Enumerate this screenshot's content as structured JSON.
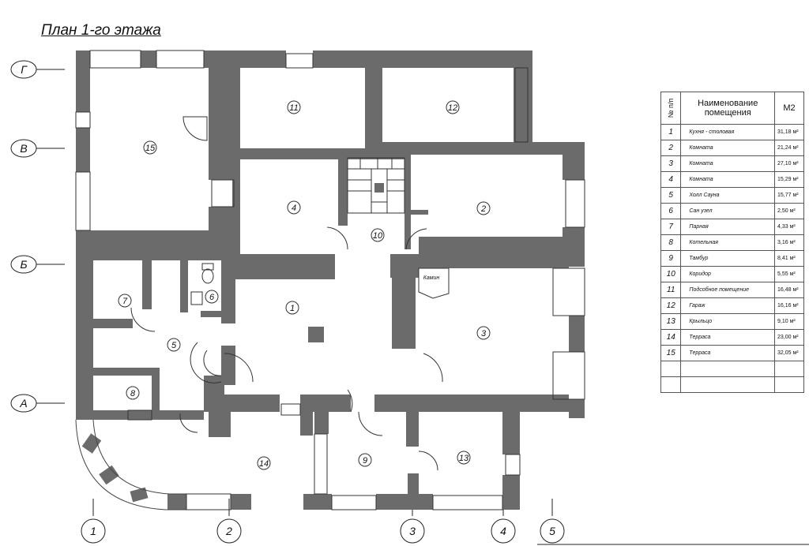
{
  "title": "План 1-го этажа",
  "axes_letters": [
    "Г",
    "В",
    "Б",
    "А"
  ],
  "axes_numbers": [
    "1",
    "2",
    "3",
    "4",
    "5"
  ],
  "rooms": [
    "1",
    "2",
    "3",
    "4",
    "5",
    "6",
    "7",
    "8",
    "9",
    "10",
    "11",
    "12",
    "13",
    "14",
    "15"
  ],
  "fireplace_label": "Камин",
  "table": {
    "col_num": "№ п/п",
    "col_name": "Наименование помещения",
    "col_area": "М2",
    "rows": [
      {
        "n": "1",
        "name": "Кухня - столовая",
        "area": "31,18 м²"
      },
      {
        "n": "2",
        "name": "Комната",
        "area": "21,24 м²"
      },
      {
        "n": "3",
        "name": "Комната",
        "area": "27,10 м²"
      },
      {
        "n": "4",
        "name": "Комната",
        "area": "15,29 м²"
      },
      {
        "n": "5",
        "name": "Холл Сауна",
        "area": "15,77 м²"
      },
      {
        "n": "6",
        "name": "Сан узел",
        "area": "2,50 м²"
      },
      {
        "n": "7",
        "name": "Парная",
        "area": "4,33 м²"
      },
      {
        "n": "8",
        "name": "Котельная",
        "area": "3,16 м²"
      },
      {
        "n": "9",
        "name": "Тамбур",
        "area": "8,41 м²"
      },
      {
        "n": "10",
        "name": "Коридор",
        "area": "5,55 м²"
      },
      {
        "n": "11",
        "name": "Подсобное помещение",
        "area": "16,48 м²"
      },
      {
        "n": "12",
        "name": "Гараж",
        "area": "16,16 м²"
      },
      {
        "n": "13",
        "name": "Крыльцо",
        "area": "9,10 м²"
      },
      {
        "n": "14",
        "name": "Терраса",
        "area": "23,00 м²"
      },
      {
        "n": "15",
        "name": "Терраса",
        "area": "32,05 м²"
      }
    ],
    "empty_rows": 2
  },
  "colors": {
    "wall": "#6b6b6b",
    "line": "#222222"
  }
}
